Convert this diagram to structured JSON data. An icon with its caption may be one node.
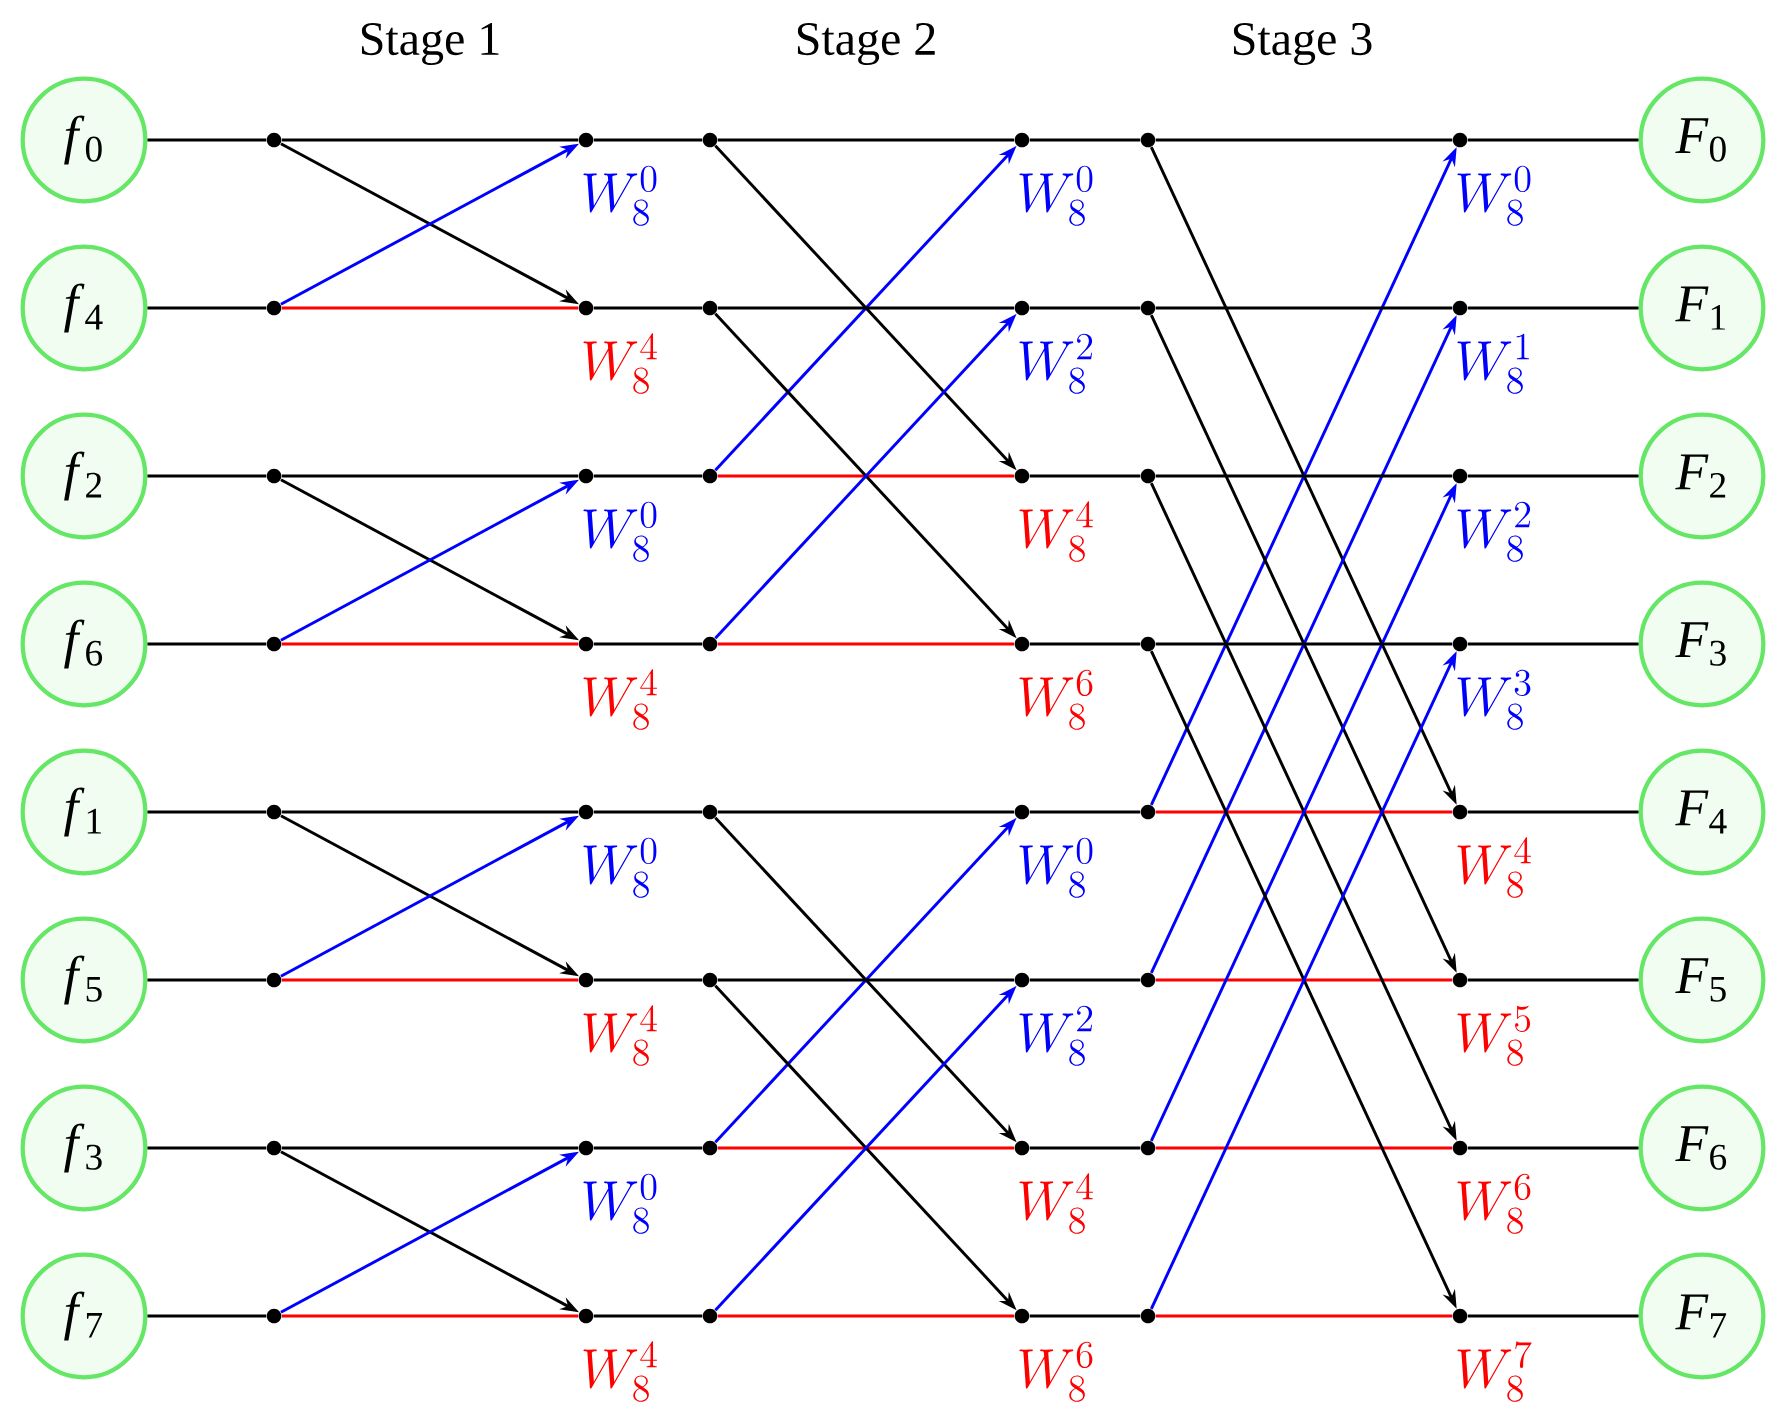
{
  "diagram": {
    "nodes": [
      {
        "text": [
          "*f*$_{0}$"
        ]
      },
      {
        "text": [
          "*f*$_{4}$"
        ]
      },
      {
        "text": [
          "*f*$_{2}$"
        ]
      },
      {
        "text": [
          "*f*$_{6}$"
        ]
      },
      {
        "text": [
          "*f*$_{1}$"
        ]
      },
      {
        "text": [
          "*f*$_{5}$"
        ]
      },
      {
        "text": [
          "*f*$_{3}$"
        ]
      },
      {
        "text": [
          "*f*$_{7}$"
        ]
      },
      {
        "text": [],
        "shape": "circle"
      },
      {
        "text": [],
        "shape": "circle"
      },
      {
        "text": [],
        "shape": "circle"
      },
      {
        "text": [],
        "shape": "circle"
      },
      {
        "text": [],
        "shape": "circle"
      },
      {
        "text": [],
        "shape": "circle"
      },
      {
        "text": [],
        "shape": "circle"
      },
      {
        "text": [],
        "shape": "circle"
      },
      {
        "text": [],
        "shape": "circle",
        "beside": [
          "W_8^0"
        ]
      },
      {
        "text": [],
        "shape": "circle",
        "beside": [
          "W_8^4"
        ]
      },
      {
        "text": [],
        "shape": "circle",
        "beside": [
          "W_8^0"
        ]
      },
      {
        "text": [],
        "shape": "circle",
        "beside": [
          "W_8^4"
        ]
      },
      {
        "text": [],
        "shape": "circle",
        "beside": [
          "W_8^0"
        ]
      },
      {
        "text": [],
        "shape": "circle",
        "beside": [
          "W_8^4"
        ]
      },
      {
        "text": [],
        "shape": "circle",
        "beside": [
          "W_8^0"
        ]
      },
      {
        "text": [],
        "shape": "circle",
        "beside": [
          "W_8^4"
        ]
      },
      {
        "text": [],
        "shape": "circle"
      },
      {
        "text": [],
        "shape": "circle"
      },
      {
        "text": [],
        "shape": "circle"
      },
      {
        "text": [],
        "shape": "circle"
      },
      {
        "text": [],
        "shape": "circle"
      },
      {
        "text": [],
        "shape": "circle"
      },
      {
        "text": [],
        "shape": "circle"
      },
      {
        "text": [],
        "shape": "circle"
      },
      {
        "text": [],
        "shape": "circle",
        "beside": [
          "W_8^0"
        ]
      },
      {
        "text": [],
        "shape": "circle",
        "beside": [
          "W_8^2"
        ]
      },
      {
        "text": [],
        "shape": "circle",
        "beside": [
          "W_8^4"
        ]
      },
      {
        "text": [],
        "shape": "circle",
        "beside": [
          "W_8^6"
        ]
      },
      {
        "text": [],
        "shape": "circle",
        "beside": [
          "W_8^0"
        ]
      },
      {
        "text": [],
        "shape": "circle",
        "beside": [
          "W_8^2"
        ]
      },
      {
        "text": [],
        "shape": "circle",
        "beside": [
          "W_8^4"
        ]
      },
      {
        "text": [],
        "shape": "circle",
        "beside": [
          "W_8^6"
        ]
      },
      {
        "text": [],
        "shape": "circle"
      },
      {
        "text": [],
        "shape": "circle"
      },
      {
        "text": [],
        "shape": "circle"
      },
      {
        "text": [],
        "shape": "circle"
      },
      {
        "text": [],
        "shape": "circle"
      },
      {
        "text": [],
        "shape": "circle"
      },
      {
        "text": [],
        "shape": "circle"
      },
      {
        "text": [],
        "shape": "circle"
      },
      {
        "text": [],
        "shape": "circle",
        "beside": [
          "W_8^0"
        ]
      },
      {
        "text": [],
        "shape": "circle",
        "beside": [
          "W_8^1"
        ]
      },
      {
        "text": [],
        "shape": "circle",
        "beside": [
          "W_8^2"
        ]
      },
      {
        "text": [],
        "shape": "circle",
        "beside": [
          "W_8^3"
        ]
      },
      {
        "text": [],
        "shape": "circle",
        "beside": [
          "W_8^4"
        ]
      },
      {
        "text": [],
        "shape": "circle",
        "beside": [
          "W_8^5"
        ]
      },
      {
        "text": [],
        "shape": "circle",
        "beside": [
          "W_8^6"
        ]
      },
      {
        "text": [],
        "shape": "circle",
        "beside": [
          "W_8^7"
        ]
      },
      {
        "text": [
          "*F*$_{0}$"
        ]
      },
      {
        "text": [
          "*F*$_{1}$"
        ]
      },
      {
        "text": [
          "*F*$_{2}$"
        ]
      },
      {
        "text": [
          "*F*$_{3}$"
        ]
      },
      {
        "text": [
          "*F*$_{4}$"
        ]
      },
      {
        "text": [
          "*F*$_{5}$"
        ]
      },
      {
        "text": [
          "*F*$_{6}$"
        ]
      },
      {
        "text": [
          "*F*$_{7}$"
        ]
      }
    ],
    "edges": [
      {
        "from": 0,
        "to": 8,
        "arrow": "none"
      },
      {
        "from": 1,
        "to": 9,
        "arrow": "none"
      },
      {
        "from": 2,
        "to": 10,
        "arrow": "none"
      },
      {
        "from": 3,
        "to": 11,
        "arrow": "none"
      },
      {
        "from": 4,
        "to": 12,
        "arrow": "none"
      },
      {
        "from": 5,
        "to": 13,
        "arrow": "none"
      },
      {
        "from": 6,
        "to": 14,
        "arrow": "none"
      },
      {
        "from": 7,
        "to": 15,
        "arrow": "none"
      },
      {
        "from": 8,
        "to": 16,
        "arrow": "none"
      },
      {
        "from": 8,
        "to": 17,
        "arrow": "to"
      },
      {
        "from": 9,
        "to": 16,
        "arrow": "to",
        "color": "#0000ff"
      },
      {
        "from": 9,
        "to": 17,
        "arrow": "none",
        "color": "#ff0000"
      },
      {
        "from": 10,
        "to": 18,
        "arrow": "none"
      },
      {
        "from": 10,
        "to": 19,
        "arrow": "to"
      },
      {
        "from": 11,
        "to": 18,
        "arrow": "to",
        "color": "#0000ff"
      },
      {
        "from": 11,
        "to": 19,
        "arrow": "none",
        "color": "#ff0000"
      },
      {
        "from": 12,
        "to": 20,
        "arrow": "none"
      },
      {
        "from": 12,
        "to": 21,
        "arrow": "to"
      },
      {
        "from": 13,
        "to": 20,
        "arrow": "to",
        "color": "#0000ff"
      },
      {
        "from": 13,
        "to": 21,
        "arrow": "none",
        "color": "#ff0000"
      },
      {
        "from": 14,
        "to": 22,
        "arrow": "none"
      },
      {
        "from": 14,
        "to": 23,
        "arrow": "to"
      },
      {
        "from": 15,
        "to": 22,
        "arrow": "to",
        "color": "#0000ff"
      },
      {
        "from": 15,
        "to": 23,
        "arrow": "none",
        "color": "#ff0000"
      },
      {
        "from": 16,
        "to": 24,
        "arrow": "none"
      },
      {
        "from": 17,
        "to": 25,
        "arrow": "none"
      },
      {
        "from": 18,
        "to": 26,
        "arrow": "none"
      },
      {
        "from": 19,
        "to": 27,
        "arrow": "none"
      },
      {
        "from": 20,
        "to": 28,
        "arrow": "none"
      },
      {
        "from": 21,
        "to": 29,
        "arrow": "none"
      },
      {
        "from": 22,
        "to": 30,
        "arrow": "none"
      },
      {
        "from": 23,
        "to": 31,
        "arrow": "none"
      },
      {
        "from": 24,
        "to": 32,
        "arrow": "none"
      },
      {
        "from": 24,
        "to": 34,
        "arrow": "to"
      },
      {
        "from": 26,
        "to": 32,
        "arrow": "to",
        "color": "#0000ff"
      },
      {
        "from": 26,
        "to": 34,
        "arrow": "none",
        "color": "#ff0000"
      },
      {
        "from": 25,
        "to": 33,
        "arrow": "none"
      },
      {
        "from": 25,
        "to": 35,
        "arrow": "to"
      },
      {
        "from": 27,
        "to": 33,
        "arrow": "to",
        "color": "#0000ff"
      },
      {
        "from": 27,
        "to": 35,
        "arrow": "none",
        "color": "#ff0000"
      },
      {
        "from": 28,
        "to": 36,
        "arrow": "none"
      },
      {
        "from": 28,
        "to": 38,
        "arrow": "to"
      },
      {
        "from": 30,
        "to": 36,
        "arrow": "to",
        "color": "#0000ff"
      },
      {
        "from": 30,
        "to": 38,
        "arrow": "none",
        "color": "#ff0000"
      },
      {
        "from": 29,
        "to": 37,
        "arrow": "none"
      },
      {
        "from": 29,
        "to": 39,
        "arrow": "to"
      },
      {
        "from": 31,
        "to": 37,
        "arrow": "to",
        "color": "#0000ff"
      },
      {
        "from": 31,
        "to": 39,
        "arrow": "none",
        "color": "#ff0000"
      },
      {
        "from": 32,
        "to": 40,
        "arrow": "none"
      },
      {
        "from": 33,
        "to": 41,
        "arrow": "none"
      },
      {
        "from": 34,
        "to": 42,
        "arrow": "none"
      },
      {
        "from": 35,
        "to": 43,
        "arrow": "none"
      },
      {
        "from": 36,
        "to": 44,
        "arrow": "none"
      },
      {
        "from": 37,
        "to": 45,
        "arrow": "none"
      },
      {
        "from": 38,
        "to": 46,
        "arrow": "none"
      },
      {
        "from": 39,
        "to": 47,
        "arrow": "none"
      },
      {
        "from": 40,
        "to": 48,
        "arrow": "none"
      },
      {
        "from": 40,
        "to": 52,
        "arrow": "to"
      },
      {
        "from": 44,
        "to": 48,
        "arrow": "to",
        "color": "#0000ff"
      },
      {
        "from": 44,
        "to": 52,
        "arrow": "none",
        "color": "#ff0000"
      },
      {
        "from": 41,
        "to": 49,
        "arrow": "none"
      },
      {
        "from": 41,
        "to": 53,
        "arrow": "to"
      },
      {
        "from": 45,
        "to": 49,
        "arrow": "to",
        "color": "#0000ff"
      },
      {
        "from": 45,
        "to": 53,
        "arrow": "none",
        "color": "#ff0000"
      },
      {
        "from": 42,
        "to": 50,
        "arrow": "none"
      },
      {
        "from": 42,
        "to": 54,
        "arrow": "to"
      },
      {
        "from": 46,
        "to": 50,
        "arrow": "to",
        "color": "#0000ff"
      },
      {
        "from": 46,
        "to": 54,
        "arrow": "none",
        "color": "#ff0000"
      },
      {
        "from": 43,
        "to": 51,
        "arrow": "none"
      },
      {
        "from": 43,
        "to": 55,
        "arrow": "to"
      },
      {
        "from": 47,
        "to": 51,
        "arrow": "to",
        "color": "#0000ff"
      },
      {
        "from": 47,
        "to": 55,
        "arrow": "none",
        "color": "#ff0000"
      },
      {
        "from": 48,
        "to": 56,
        "arrow": "none"
      },
      {
        "from": 49,
        "to": 57,
        "arrow": "none"
      },
      {
        "from": 50,
        "to": 58,
        "arrow": "none"
      },
      {
        "from": 51,
        "to": 59,
        "arrow": "none"
      },
      {
        "from": 52,
        "to": 60,
        "arrow": "none"
      },
      {
        "from": 53,
        "to": 61,
        "arrow": "none"
      },
      {
        "from": 54,
        "to": 62,
        "arrow": "none"
      },
      {
        "from": 55,
        "to": 63,
        "arrow": "none"
      }
    ],
    "labels": [
      "Stage 1",
      "Stage 2",
      "Stage 3"
    ]
  }
}
